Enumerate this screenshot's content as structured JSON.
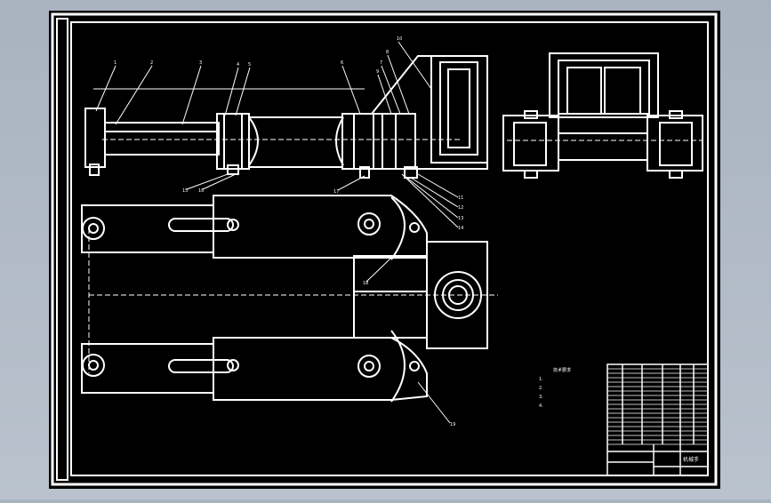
{
  "balloons": [
    "1",
    "2",
    "3",
    "4",
    "5",
    "6",
    "7",
    "8",
    "9",
    "10",
    "11",
    "12",
    "13",
    "14",
    "15",
    "16",
    "17",
    "18",
    "19"
  ],
  "notes": {
    "heading": "技术要求",
    "lines": [
      "1.",
      "2.",
      "3.",
      "4."
    ]
  },
  "title_block": {
    "name": "机械手",
    "drawing_no": "",
    "scale": ""
  },
  "colors": {
    "background": "#b0bac6",
    "sheet": "#000000",
    "line": "#ffffff"
  }
}
